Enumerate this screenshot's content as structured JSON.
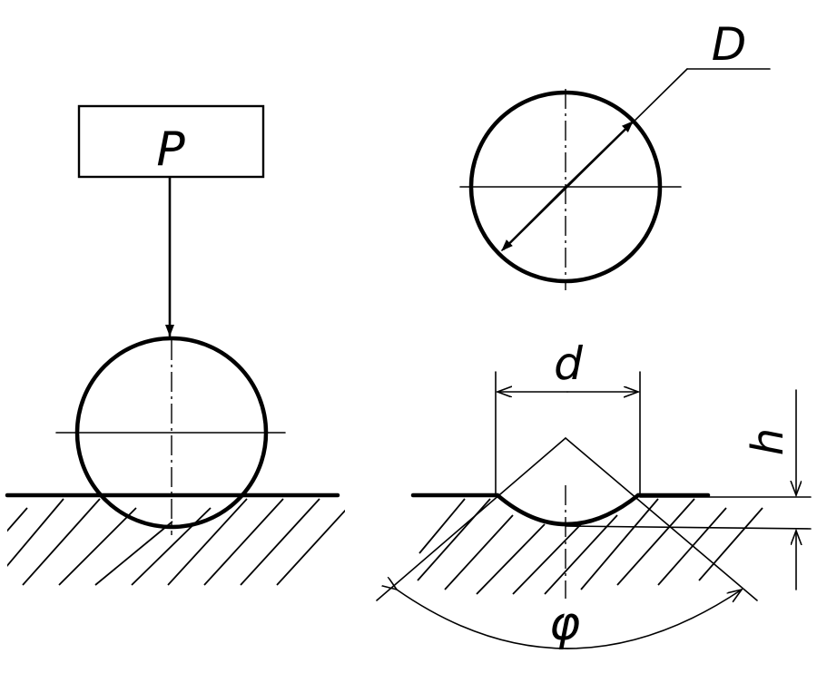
{
  "labels": {
    "load": "P",
    "ball_diameter": "D",
    "indent_diameter": "d",
    "indent_depth": "h",
    "angle": "φ"
  }
}
